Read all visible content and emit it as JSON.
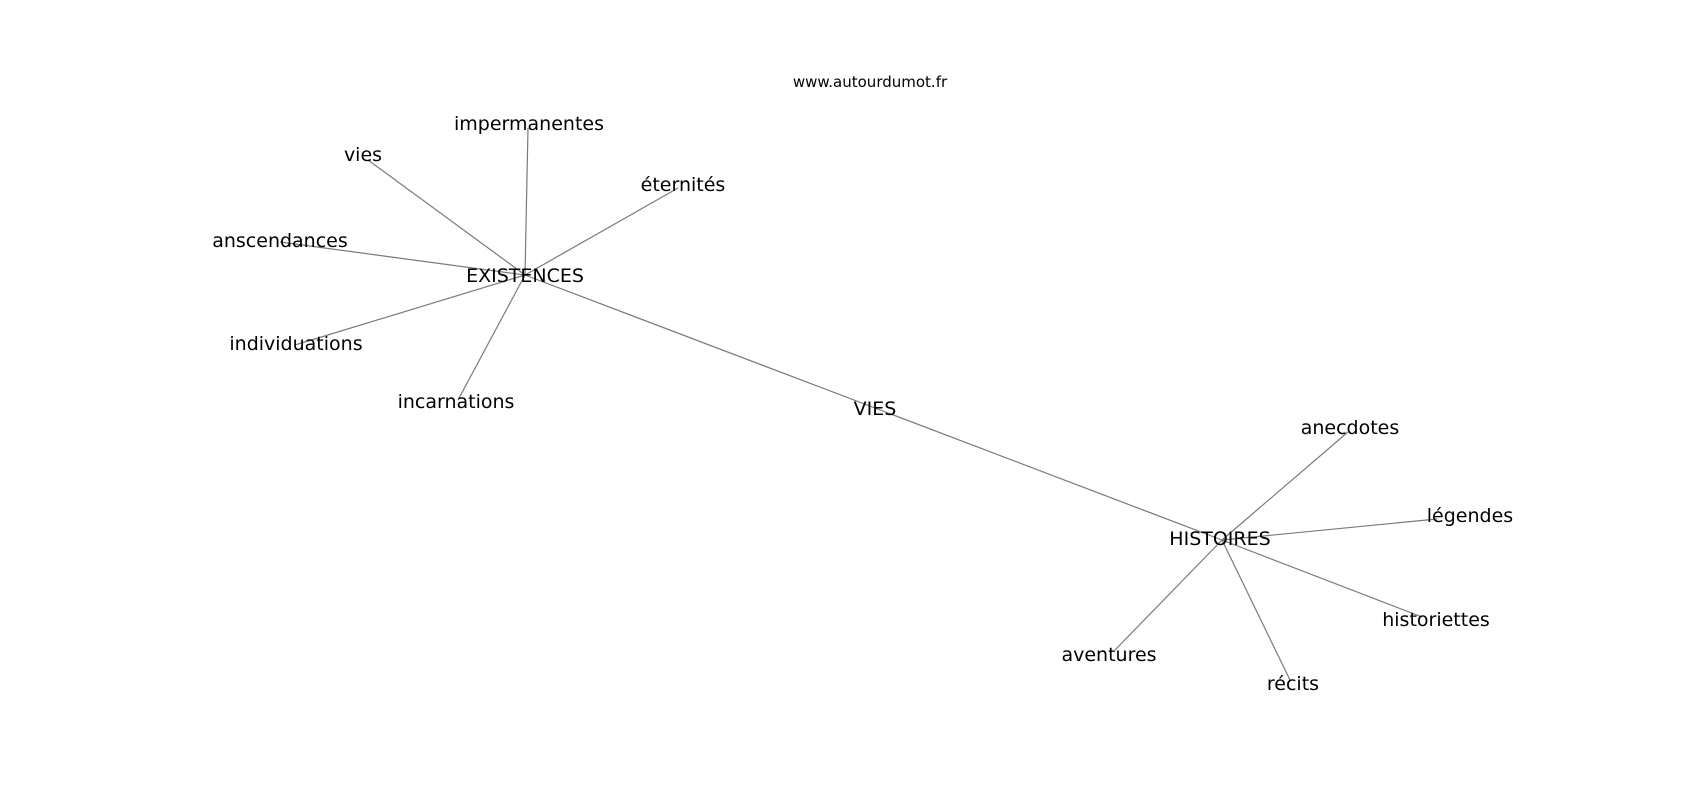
{
  "source": "www.autourdumot.fr",
  "nodes": [
    {
      "id": "vies_center",
      "label": "VIES"
    },
    {
      "id": "existences",
      "label": "EXISTENCES"
    },
    {
      "id": "histoires",
      "label": "HISTOIRES"
    },
    {
      "id": "impermanentes",
      "label": "impermanentes"
    },
    {
      "id": "vies",
      "label": "vies"
    },
    {
      "id": "eternites",
      "label": "éternités"
    },
    {
      "id": "anscendances",
      "label": "anscendances"
    },
    {
      "id": "individuations",
      "label": "individuations"
    },
    {
      "id": "incarnations",
      "label": "incarnations"
    },
    {
      "id": "anecdotes",
      "label": "anecdotes"
    },
    {
      "id": "legendes",
      "label": "légendes"
    },
    {
      "id": "historiettes",
      "label": "historiettes"
    },
    {
      "id": "aventures",
      "label": "aventures"
    },
    {
      "id": "recits",
      "label": "récits"
    }
  ],
  "edges": [
    [
      "existences",
      "vies_center"
    ],
    [
      "vies_center",
      "histoires"
    ],
    [
      "existences",
      "impermanentes"
    ],
    [
      "existences",
      "vies"
    ],
    [
      "existences",
      "eternites"
    ],
    [
      "existences",
      "anscendances"
    ],
    [
      "existences",
      "individuations"
    ],
    [
      "existences",
      "incarnations"
    ],
    [
      "histoires",
      "anecdotes"
    ],
    [
      "histoires",
      "legendes"
    ],
    [
      "histoires",
      "historiettes"
    ],
    [
      "histoires",
      "aventures"
    ],
    [
      "histoires",
      "recits"
    ]
  ]
}
